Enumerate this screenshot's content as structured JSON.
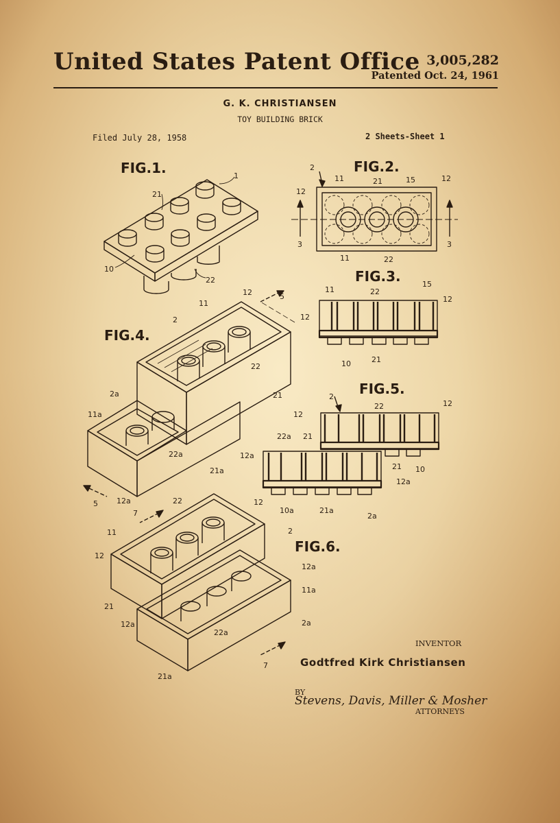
{
  "header": {
    "office": "United States Patent Office",
    "patent_number": "3,005,282",
    "patented_date": "Patented Oct. 24, 1961"
  },
  "patent": {
    "inventor_header": "G. K. CHRISTIANSEN",
    "title": "TOY BUILDING BRICK",
    "filed": "Filed July 28, 1958",
    "sheets": "2 Sheets-Sheet 1"
  },
  "figures": {
    "fig1": "FIG.1.",
    "fig2": "FIG.2.",
    "fig3": "FIG.3.",
    "fig4": "FIG.4.",
    "fig5": "FIG.5.",
    "fig6": "FIG.6."
  },
  "refs": {
    "r1": "1",
    "r2": "2",
    "r2a": "2a",
    "r3": "3",
    "r5": "5",
    "r7": "7",
    "r10": "10",
    "r10a": "10a",
    "r11": "11",
    "r11a": "11a",
    "r12": "12",
    "r12a": "12a",
    "r15": "15",
    "r21": "21",
    "r21a": "21a",
    "r22": "22",
    "r22a": "22a"
  },
  "footer": {
    "inventor_caption": "INVENTOR",
    "inventor_name": "Godtfred Kirk Christiansen",
    "by": "BY",
    "attorney_signature": "Stevens, Davis, Miller & Mosher",
    "attorneys_caption": "ATTORNEYS"
  },
  "colors": {
    "paper": "#e9d3a6",
    "ink": "#2a1d12"
  }
}
